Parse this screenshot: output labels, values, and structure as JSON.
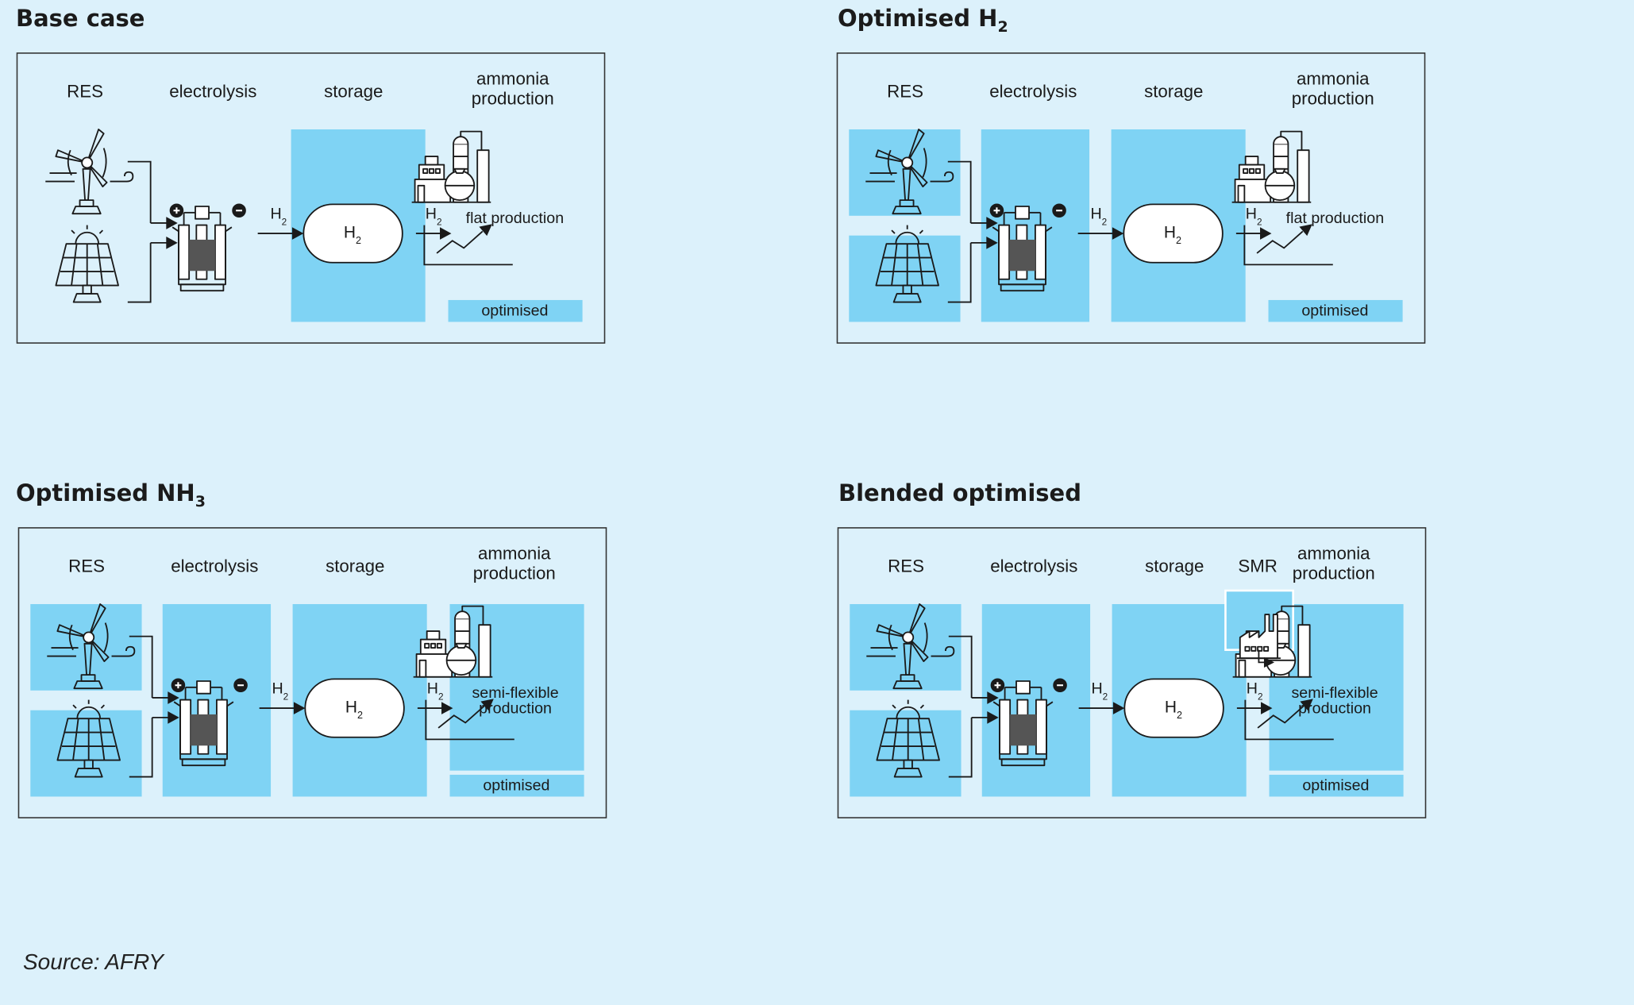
{
  "panels": [
    {
      "id": "base-case",
      "title": "Base case",
      "title_sub": "",
      "stages": {
        "res": "RES",
        "electrolysis": "electrolysis",
        "storage": "storage",
        "smr": "",
        "ammonia_line1": "ammonia",
        "ammonia_line2": "production"
      },
      "highlight": {
        "res": false,
        "electrolysis": false,
        "storage": true,
        "ammonia": false,
        "smr": false
      },
      "flow_label": "H",
      "flow_sub": "2",
      "tank_label": "H",
      "tank_sub": "2",
      "production_line1": "flat production",
      "production_line2": "",
      "optimised_label": "optimised"
    },
    {
      "id": "optimised-h2",
      "title": "Optimised H",
      "title_sub": "2",
      "stages": {
        "res": "RES",
        "electrolysis": "electrolysis",
        "storage": "storage",
        "smr": "",
        "ammonia_line1": "ammonia",
        "ammonia_line2": "production"
      },
      "highlight": {
        "res": true,
        "electrolysis": true,
        "storage": true,
        "ammonia": false,
        "smr": false
      },
      "flow_label": "H",
      "flow_sub": "2",
      "tank_label": "H",
      "tank_sub": "2",
      "production_line1": "flat production",
      "production_line2": "",
      "optimised_label": "optimised"
    },
    {
      "id": "optimised-nh3",
      "title": "Optimised NH",
      "title_sub": "3",
      "stages": {
        "res": "RES",
        "electrolysis": "electrolysis",
        "storage": "storage",
        "smr": "",
        "ammonia_line1": "ammonia",
        "ammonia_line2": "production"
      },
      "highlight": {
        "res": true,
        "electrolysis": true,
        "storage": true,
        "ammonia": true,
        "smr": false
      },
      "flow_label": "H",
      "flow_sub": "2",
      "tank_label": "H",
      "tank_sub": "2",
      "production_line1": "semi-flexible",
      "production_line2": "production",
      "optimised_label": "optimised"
    },
    {
      "id": "blended-optimised",
      "title": "Blended optimised",
      "title_sub": "",
      "stages": {
        "res": "RES",
        "electrolysis": "electrolysis",
        "storage": "storage",
        "smr": "SMR",
        "ammonia_line1": "ammonia",
        "ammonia_line2": "production"
      },
      "highlight": {
        "res": true,
        "electrolysis": true,
        "storage": true,
        "ammonia": true,
        "smr": true
      },
      "flow_label": "H",
      "flow_sub": "2",
      "tank_label": "H",
      "tank_sub": "2",
      "production_line1": "semi-flexible",
      "production_line2": "production",
      "optimised_label": "optimised"
    }
  ],
  "source": "Source: AFRY",
  "colors": {
    "background": "#dcf1fb",
    "highlight": "#7fd3f4",
    "line": "#1a1a1a",
    "panel_border": "#333333"
  }
}
